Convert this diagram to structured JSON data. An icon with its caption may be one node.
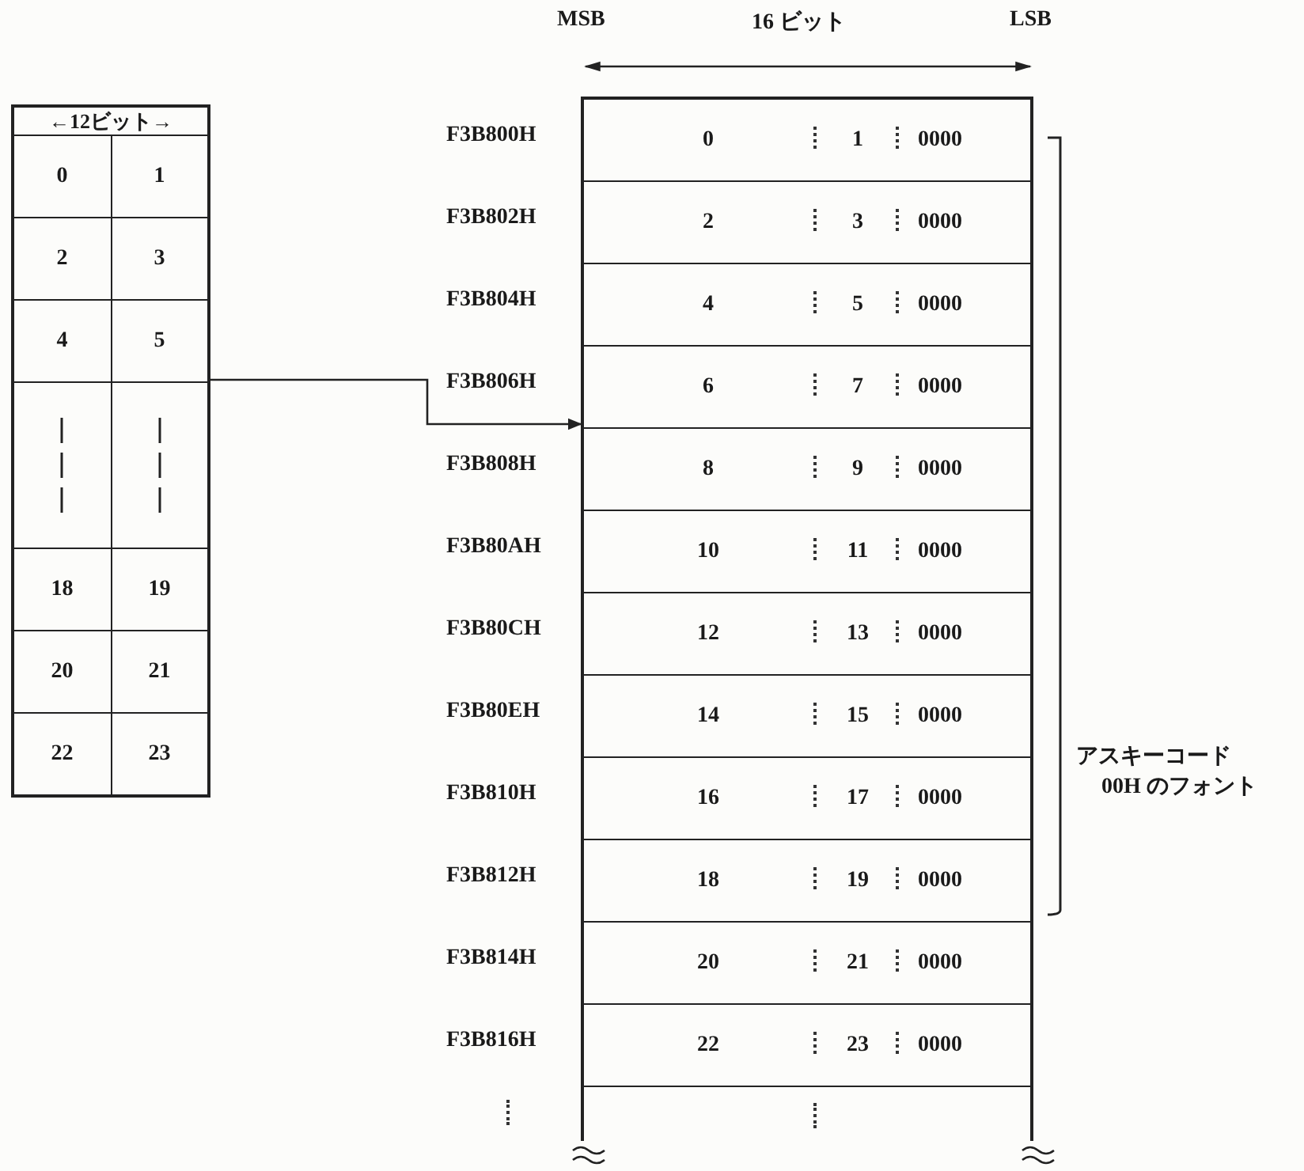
{
  "diagram": {
    "nodes": [
      {
        "text": [
          "←12ビット→"
        ]
      },
      {
        "text": [],
        "shape": "box"
      }
    ],
    "edges": [
      {
        "from": 0,
        "to": 1,
        "arrow": "to"
      }
    ],
    "labels": [
      "MSB",
      "16 ビット",
      "LSB",
      "0",
      "1",
      "2",
      "3",
      "4",
      "5",
      "18",
      "19",
      "20",
      "21",
      "22",
      "23",
      "F3B800H",
      "0",
      "1",
      "0000",
      "F3B802H",
      "2",
      "3",
      "0000",
      "F3B804H",
      "4",
      "5",
      "0000",
      "F3B806H",
      "6",
      "7",
      "0000",
      "F3B808H",
      "8",
      "9",
      "0000",
      "F3B80AH",
      "10",
      "11",
      "0000",
      "F3B80CH",
      "12",
      "13",
      "0000",
      "F3B80EH",
      "14",
      "15",
      "0000",
      "F3B810H",
      "16",
      "17",
      "0000",
      "F3B812H",
      "18",
      "19",
      "0000",
      "F3B814H",
      "20",
      "21",
      "0000",
      "F3B816H",
      "22",
      "23",
      "0000",
      "アスキーコード",
      "00H のフォント"
    ]
  }
}
